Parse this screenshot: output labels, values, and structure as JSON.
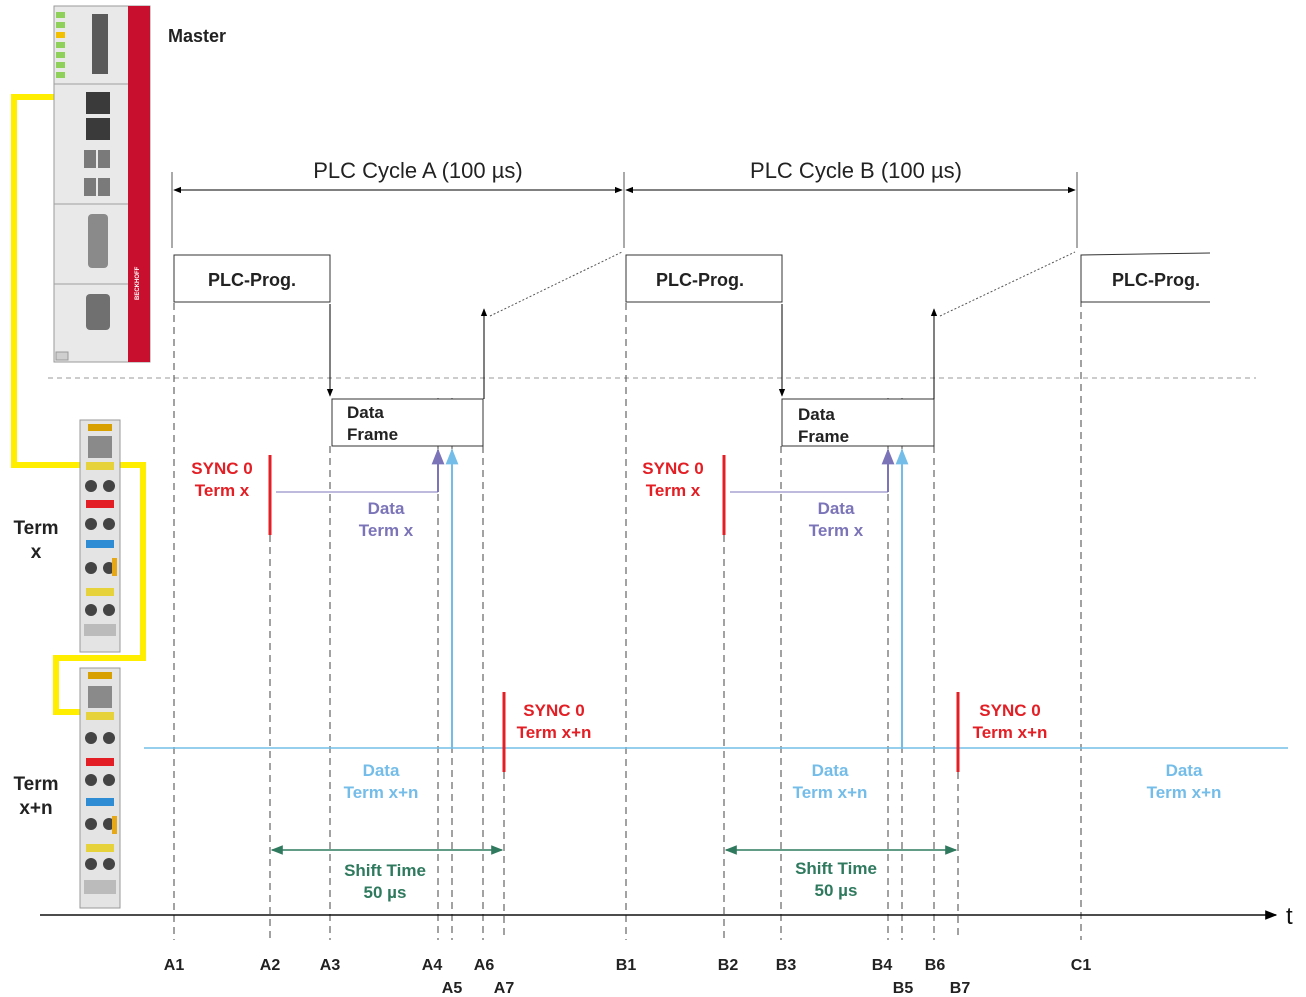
{
  "master": {
    "title": "Master",
    "brand": "BECKHOFF"
  },
  "terms": {
    "x": [
      "Term",
      "x"
    ],
    "xn": [
      "Term",
      "x+n"
    ]
  },
  "cycles": {
    "a": {
      "label": "PLC Cycle A (100 µs)"
    },
    "b": {
      "label": "PLC Cycle B (100 µs)"
    }
  },
  "prog": {
    "a": "PLC-Prog.",
    "b": "PLC-Prog.",
    "c": "PLC-Prog."
  },
  "frame": {
    "a": [
      "Data",
      "Frame"
    ],
    "b": [
      "Data",
      "Frame"
    ]
  },
  "sync_x": {
    "a": [
      "SYNC 0",
      "Term x"
    ],
    "b": [
      "SYNC 0",
      "Term x"
    ]
  },
  "sync_xn": {
    "a": [
      "SYNC 0",
      "Term x+n"
    ],
    "b": [
      "SYNC 0",
      "Term x+n"
    ]
  },
  "data_x": {
    "a": [
      "Data",
      "Term x"
    ],
    "b": [
      "Data",
      "Term x"
    ]
  },
  "data_xn": {
    "a": [
      "Data",
      "Term x+n"
    ],
    "b": [
      "Data",
      "Term x+n"
    ],
    "c": [
      "Data",
      "Term x+n"
    ]
  },
  "shift": {
    "a": [
      "Shift Time",
      "50 µs"
    ],
    "b": [
      "Shift Time",
      "50 µs"
    ]
  },
  "axis": {
    "label": "t"
  },
  "ticks": [
    "A1",
    "A2",
    "A3",
    "A4",
    "A5",
    "A6",
    "A7",
    "B1",
    "B2",
    "B3",
    "B4",
    "B5",
    "B6",
    "B7",
    "C1"
  ],
  "colors": {
    "cable": "#ffee00",
    "sync": "#e31e24",
    "data_x": "#7b74b8",
    "data_xn": "#74bde9",
    "shift": "#2f7a5f",
    "brand": "#c8102e"
  }
}
